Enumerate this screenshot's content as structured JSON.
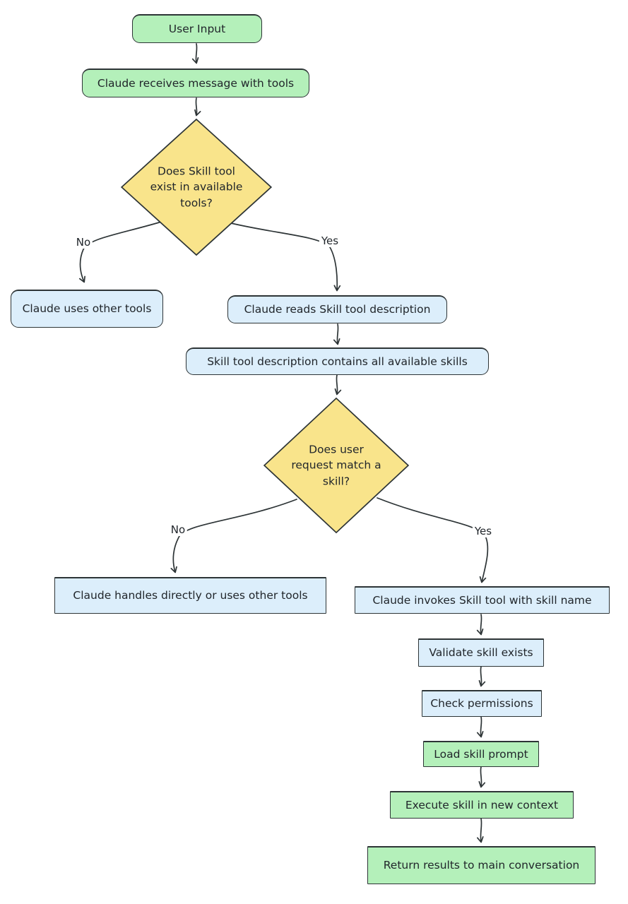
{
  "diagram": {
    "type": "flowchart",
    "background": "#ffffff",
    "stroke": "#2d3436",
    "text_color": "#21262b",
    "colors": {
      "green": "#b4f0ba",
      "blue": "#dceefb",
      "yellow": "#f9e48b",
      "border": "#2d3436"
    },
    "nodes": [
      {
        "id": "user-input",
        "label": "User Input",
        "shape": "rounded",
        "color": "green"
      },
      {
        "id": "claude-receives",
        "label": "Claude receives message with tools",
        "shape": "rounded",
        "color": "green"
      },
      {
        "id": "decision-skill-tool-exists",
        "label": "Does Skill tool exist in available tools?",
        "shape": "diamond",
        "color": "yellow"
      },
      {
        "id": "claude-uses-other-tools",
        "label": "Claude uses other tools",
        "shape": "rounded",
        "color": "blue"
      },
      {
        "id": "claude-reads-description",
        "label": "Claude reads Skill tool description",
        "shape": "rounded",
        "color": "blue"
      },
      {
        "id": "skill-description-contains",
        "label": "Skill tool description contains all available skills",
        "shape": "rounded",
        "color": "blue"
      },
      {
        "id": "decision-user-request-match",
        "label": "Does user request match a skill?",
        "shape": "diamond",
        "color": "yellow"
      },
      {
        "id": "claude-handles-directly",
        "label": "Claude handles directly or uses other tools",
        "shape": "rect",
        "color": "blue"
      },
      {
        "id": "claude-invokes-skill-tool",
        "label": "Claude invokes Skill tool with skill name",
        "shape": "rect",
        "color": "blue"
      },
      {
        "id": "validate-skill-exists",
        "label": "Validate skill exists",
        "shape": "rect",
        "color": "blue"
      },
      {
        "id": "check-permissions",
        "label": "Check permissions",
        "shape": "rect",
        "color": "blue"
      },
      {
        "id": "load-skill-prompt",
        "label": "Load skill prompt",
        "shape": "rect",
        "color": "green"
      },
      {
        "id": "execute-skill-new-context",
        "label": "Execute skill in new context",
        "shape": "rect",
        "color": "green"
      },
      {
        "id": "return-results",
        "label": "Return results to main conversation",
        "shape": "rect",
        "color": "green"
      }
    ],
    "edge_labels": [
      {
        "id": "no-1",
        "label": "No"
      },
      {
        "id": "yes-1",
        "label": "Yes"
      },
      {
        "id": "no-2",
        "label": "No"
      },
      {
        "id": "yes-2",
        "label": "Yes"
      }
    ]
  }
}
